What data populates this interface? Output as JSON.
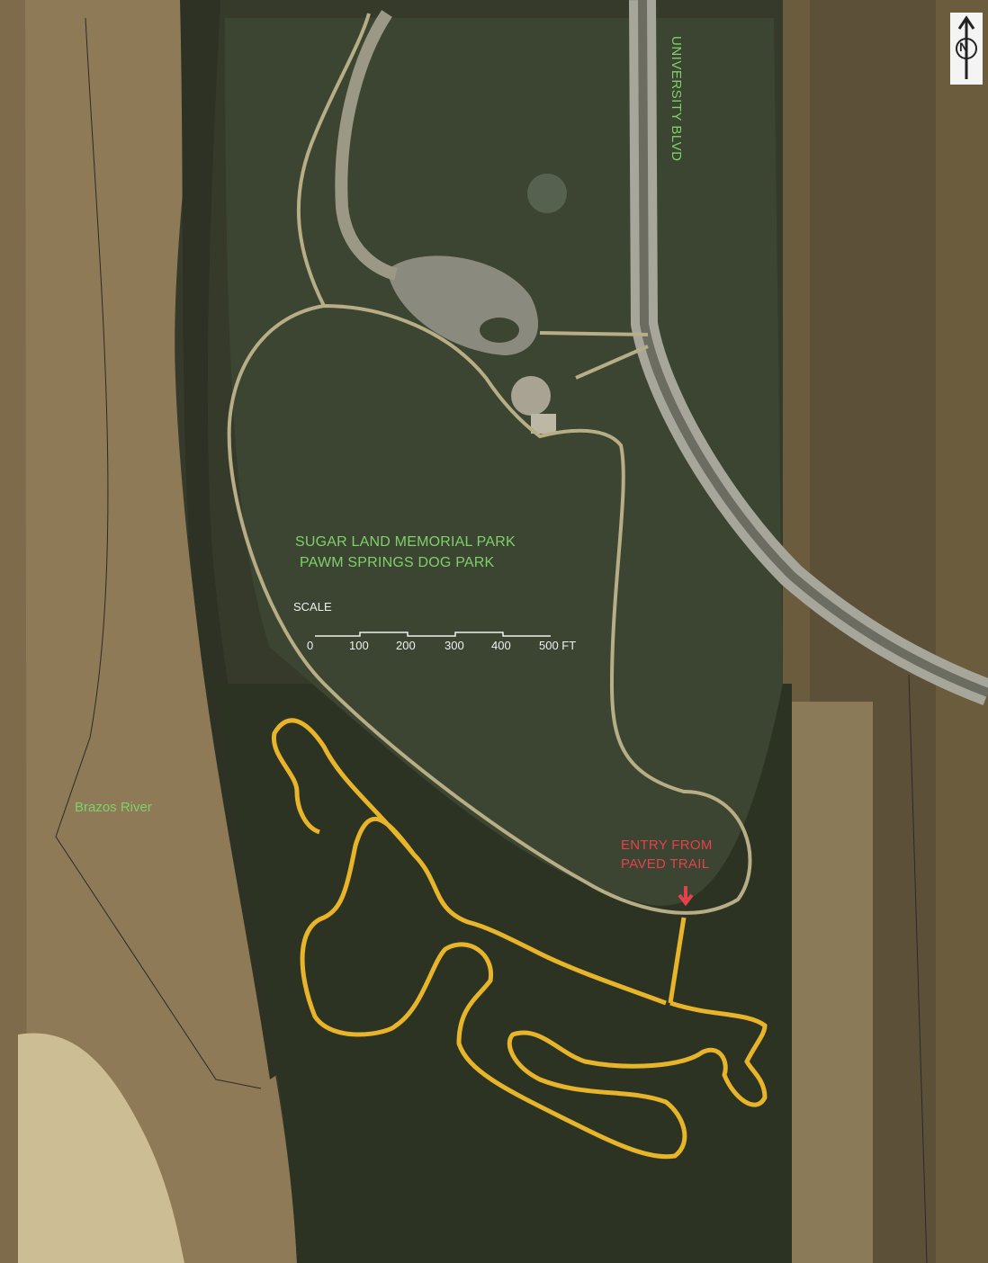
{
  "map": {
    "title_line1": "SUGAR LAND MEMORIAL PARK",
    "title_line2": "PAWM SPRINGS DOG PARK",
    "road_label": "UNIVERSITY BLVD",
    "river_label": "Brazos River",
    "entry_line1": "ENTRY FROM",
    "entry_line2": "PAVED TRAIL",
    "north_label": "N",
    "north_icon": "north-arrow-icon",
    "scale": {
      "title": "SCALE",
      "ticks": [
        "0",
        "100",
        "200",
        "300",
        "400",
        "500 FT"
      ]
    },
    "colors": {
      "trail": "#e8b52a",
      "label_green": "#7fd16a",
      "entry_red": "#e4414d",
      "paved_path": "#b7ad86"
    }
  }
}
